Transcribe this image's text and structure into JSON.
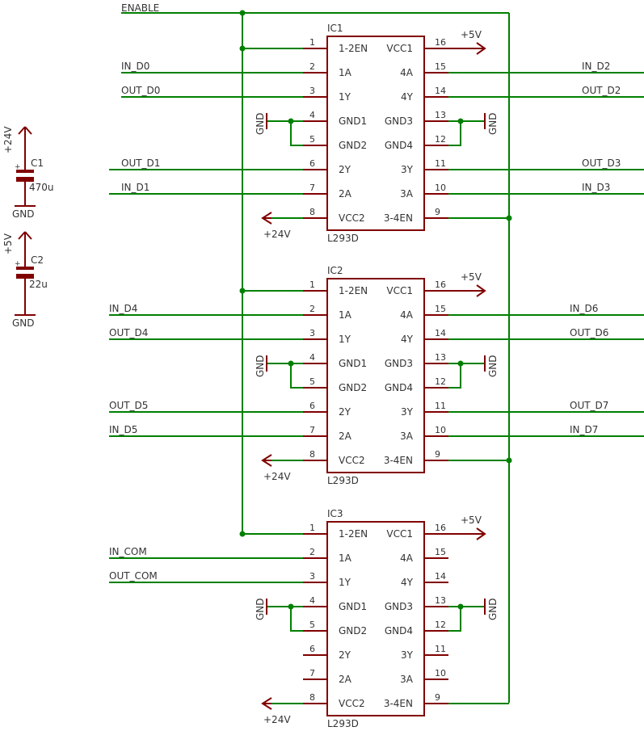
{
  "enable_label": "ENABLE",
  "caps": [
    {
      "ref": "C1",
      "value": "470u",
      "supply": "+24V",
      "gnd": "GND"
    },
    {
      "ref": "C2",
      "value": "22u",
      "supply": "+5V",
      "gnd": "GND"
    }
  ],
  "ics": [
    {
      "ref": "IC1",
      "type": "L293D",
      "left_nets": [
        "",
        "IN_D0",
        "OUT_D0",
        "",
        "",
        "OUT_D1",
        "IN_D1",
        ""
      ],
      "right_nets": [
        "",
        "IN_D2",
        "OUT_D2",
        "",
        "",
        "OUT_D3",
        "IN_D3",
        ""
      ]
    },
    {
      "ref": "IC2",
      "type": "L293D",
      "left_nets": [
        "",
        "IN_D4",
        "OUT_D4",
        "",
        "",
        "OUT_D5",
        "IN_D5",
        ""
      ],
      "right_nets": [
        "",
        "IN_D6",
        "OUT_D6",
        "",
        "",
        "OUT_D7",
        "IN_D7",
        ""
      ]
    },
    {
      "ref": "IC3",
      "type": "L293D",
      "left_nets": [
        "",
        "IN_COM",
        "OUT_COM",
        "",
        "",
        "",
        "",
        ""
      ],
      "right_nets": [
        "",
        "",
        "",
        "",
        "",
        "",
        "",
        ""
      ]
    }
  ],
  "left_pin_names": [
    "1-2EN",
    "1A",
    "1Y",
    "GND1",
    "GND2",
    "2Y",
    "2A",
    "VCC2"
  ],
  "right_pin_names": [
    "VCC1",
    "4A",
    "4Y",
    "GND3",
    "GND4",
    "3Y",
    "3A",
    "3-4EN"
  ],
  "left_pin_numbers": [
    "1",
    "2",
    "3",
    "4",
    "5",
    "6",
    "7",
    "8"
  ],
  "right_pin_numbers": [
    "16",
    "15",
    "14",
    "13",
    "12",
    "11",
    "10",
    "9"
  ],
  "supply_5v": "+5V",
  "supply_24v": "+24V",
  "gnd_label": "GND"
}
